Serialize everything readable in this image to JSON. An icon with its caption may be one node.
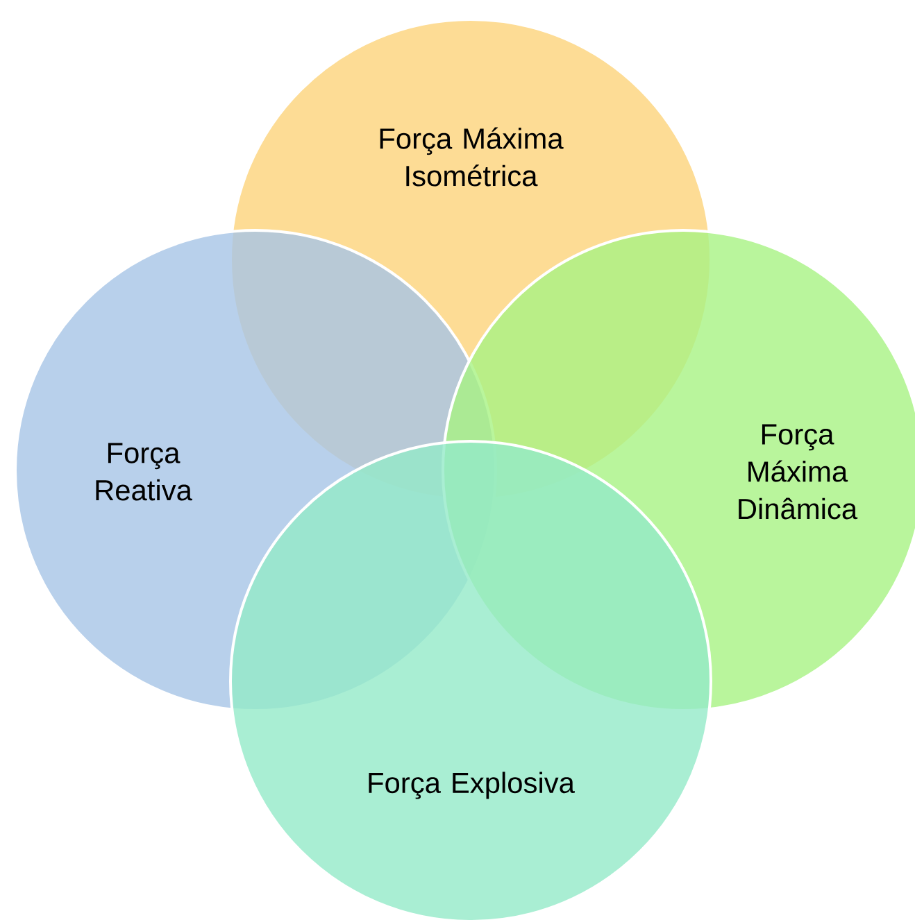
{
  "diagram": {
    "nodes": [
      {
        "text": [
          "Força Máxima Isométrica"
        ]
      },
      {
        "text": [
          "Força Reativa"
        ]
      },
      {
        "text": [
          "Força Máxima Dinâmica"
        ]
      },
      {
        "text": [
          "Força Explosiva"
        ]
      }
    ]
  }
}
